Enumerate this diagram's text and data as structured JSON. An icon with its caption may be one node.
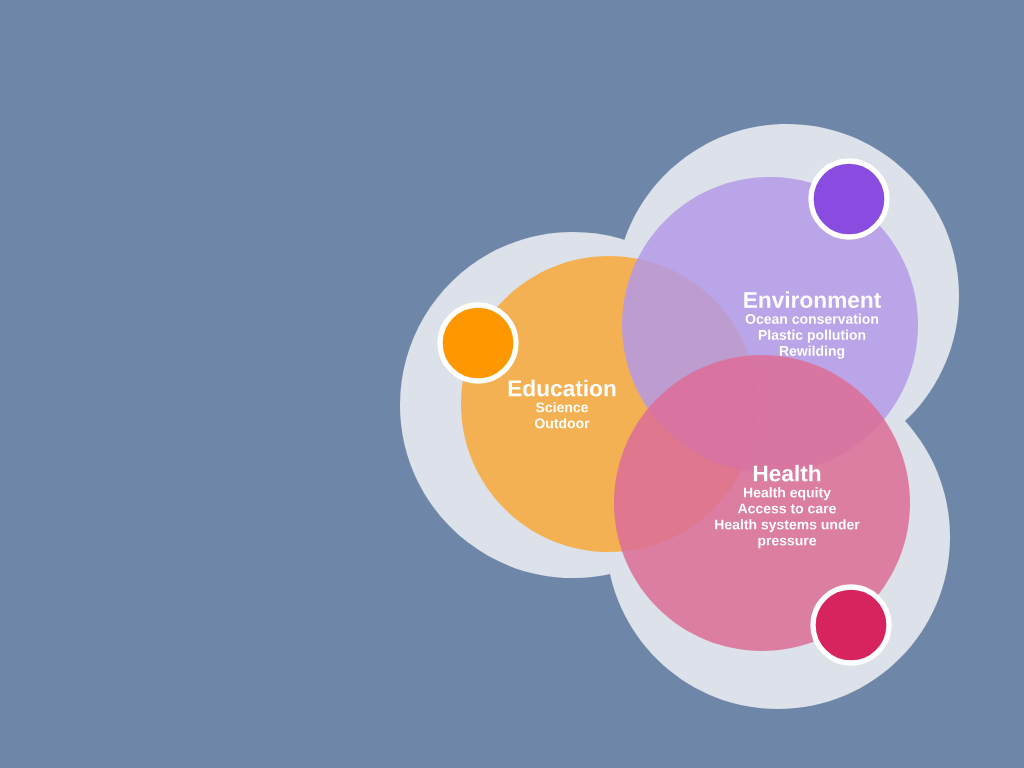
{
  "diagram": {
    "nodes": [
      {
        "text": [
          "Education",
          "Science",
          "Outdoor"
        ]
      },
      {
        "text": [
          "Environment",
          "Ocean conservation",
          "Plastic pollution",
          "Rewilding"
        ]
      },
      {
        "text": [
          "Health",
          "Health equity",
          "Access to care",
          "Health systems under pressure"
        ]
      },
      {
        "text": [],
        "shape": "circle"
      },
      {
        "text": [],
        "shape": "circle"
      },
      {
        "text": [],
        "shape": "circle"
      }
    ]
  }
}
